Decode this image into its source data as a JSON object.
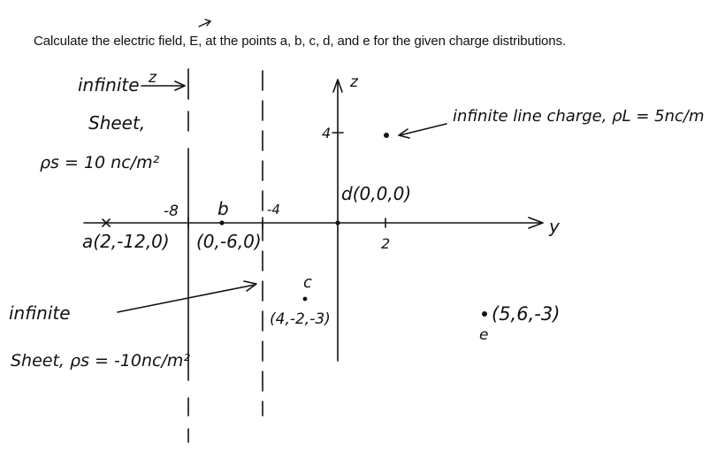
{
  "title": "Calculate the electric field, E, at the points a, b, c, d, and e for the given charge distributions.",
  "axes": {
    "y_label": "y",
    "z_label": "z",
    "ticks": {
      "neg8": "-8",
      "neg4": "-4",
      "pos2": "2",
      "pos4": "4"
    }
  },
  "sheet1": {
    "line1": "infinite",
    "line2": "Sheet,",
    "line3": "ρs = 10 nc/m²",
    "arrow_label": "z"
  },
  "sheet2": {
    "line1": "infinite",
    "line2": "Sheet, ρs = -10nc/m²"
  },
  "line_charge": {
    "label": "infinite line charge, ρL = 5nc/m"
  },
  "points": {
    "a": {
      "letter": "a",
      "coords": "(2,-12,0)"
    },
    "b": {
      "letter": "b",
      "coords": "(0,-6,0)"
    },
    "c": {
      "letter": "c",
      "coords": "(4,-2,-3)"
    },
    "d": {
      "letter": "d",
      "coords": "(0,0,0)"
    },
    "e": {
      "letter": "e",
      "coords": "(5,6,-3)"
    }
  }
}
